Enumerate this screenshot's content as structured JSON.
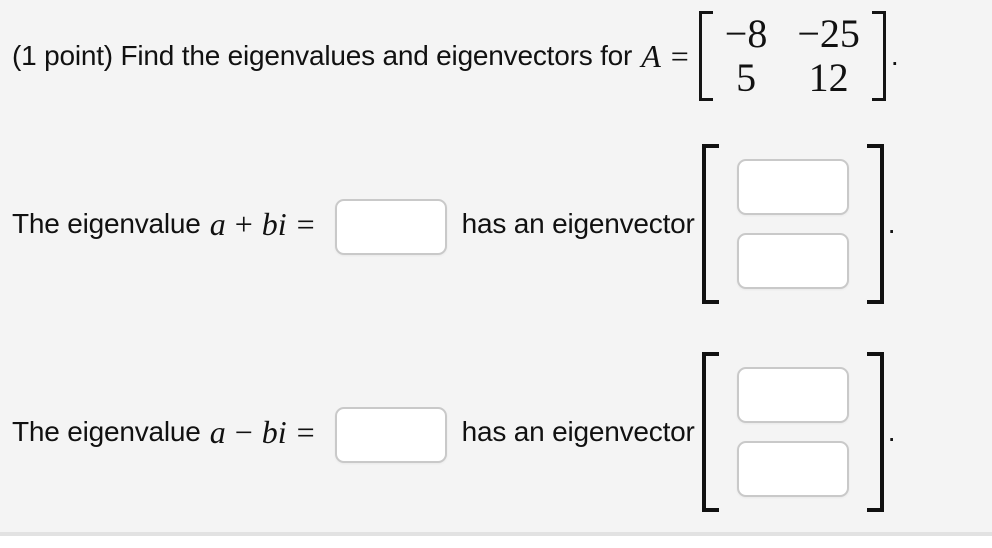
{
  "colors": {
    "background": "#f4f4f4",
    "divider": "#e2e2e2",
    "input_border": "#c9c9c9",
    "bracket": "#111111",
    "text": "#111111"
  },
  "problem": {
    "prefix": "(1 point) Find the eigenvalues and eigenvectors for",
    "matrix_var": "A",
    "equals": "=",
    "matrix": {
      "rows": [
        [
          "−8",
          "−25"
        ],
        [
          "5",
          "12"
        ]
      ]
    },
    "period": "."
  },
  "row_plus": {
    "label": "The eigenvalue",
    "var_a": "a",
    "op": "+",
    "var_b": "bi",
    "equals": "=",
    "eigenvalue_value": "",
    "middle": "has an eigenvector",
    "vector_values": [
      "",
      ""
    ],
    "period": "."
  },
  "row_minus": {
    "label": "The eigenvalue",
    "var_a": "a",
    "op": "−",
    "var_b": "bi",
    "equals": "=",
    "eigenvalue_value": "",
    "middle": "has an eigenvector",
    "vector_values": [
      "",
      ""
    ],
    "period": "."
  }
}
